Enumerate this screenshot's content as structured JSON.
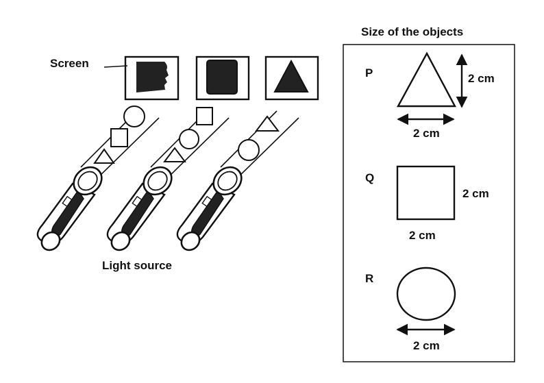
{
  "labels": {
    "screen": "Screen",
    "light_source": "Light source",
    "panel_title": "Size of the objects"
  },
  "objects": [
    {
      "letter": "P",
      "shape": "triangle",
      "width_label": "2 cm",
      "height_label": "2 cm"
    },
    {
      "letter": "Q",
      "shape": "square",
      "width_label": "2 cm",
      "height_label": "2 cm"
    },
    {
      "letter": "R",
      "shape": "circle",
      "width_label": "2 cm"
    }
  ],
  "setups": [
    {
      "shadow": "face-profile",
      "objects_order": [
        "circle",
        "square",
        "triangle"
      ]
    },
    {
      "shadow": "rectangle",
      "objects_order": [
        "square",
        "circle",
        "triangle"
      ]
    },
    {
      "shadow": "triangle",
      "objects_order": [
        "triangle",
        "circle"
      ]
    }
  ]
}
